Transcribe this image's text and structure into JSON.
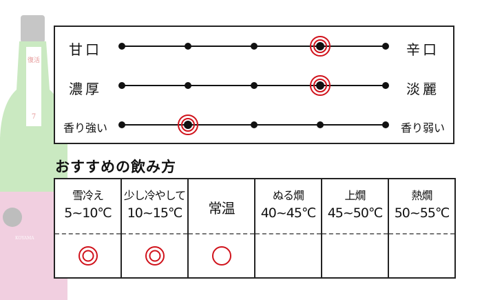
{
  "colors": {
    "accent": "#d0121b",
    "line": "#111111",
    "bottle_green": "#a8dc9c",
    "label_pink": "#e6b9cf"
  },
  "bottle": {
    "label_title": "復活",
    "label_number": "7",
    "brand": "KOYAMA"
  },
  "taste_chart": {
    "scale_points": 5,
    "rows": [
      {
        "left": "甘口",
        "right": "辛口",
        "position": 4
      },
      {
        "left": "濃厚",
        "right": "淡麗",
        "position": 4
      },
      {
        "left": "香り強い",
        "right": "香り弱い",
        "position": 2
      }
    ]
  },
  "serving": {
    "title": "おすすめの飲み方",
    "columns": [
      {
        "name": "雪冷え",
        "temp": "5~10℃",
        "rating": "double-circle"
      },
      {
        "name": "少し冷やして",
        "temp": "10~15℃",
        "rating": "double-circle"
      },
      {
        "name": "常温",
        "temp": "",
        "rating": "circle"
      },
      {
        "name": "ぬる燗",
        "temp": "40~45℃",
        "rating": ""
      },
      {
        "name": "上燗",
        "temp": "45~50℃",
        "rating": ""
      },
      {
        "name": "熱燗",
        "temp": "50~55℃",
        "rating": ""
      }
    ]
  }
}
